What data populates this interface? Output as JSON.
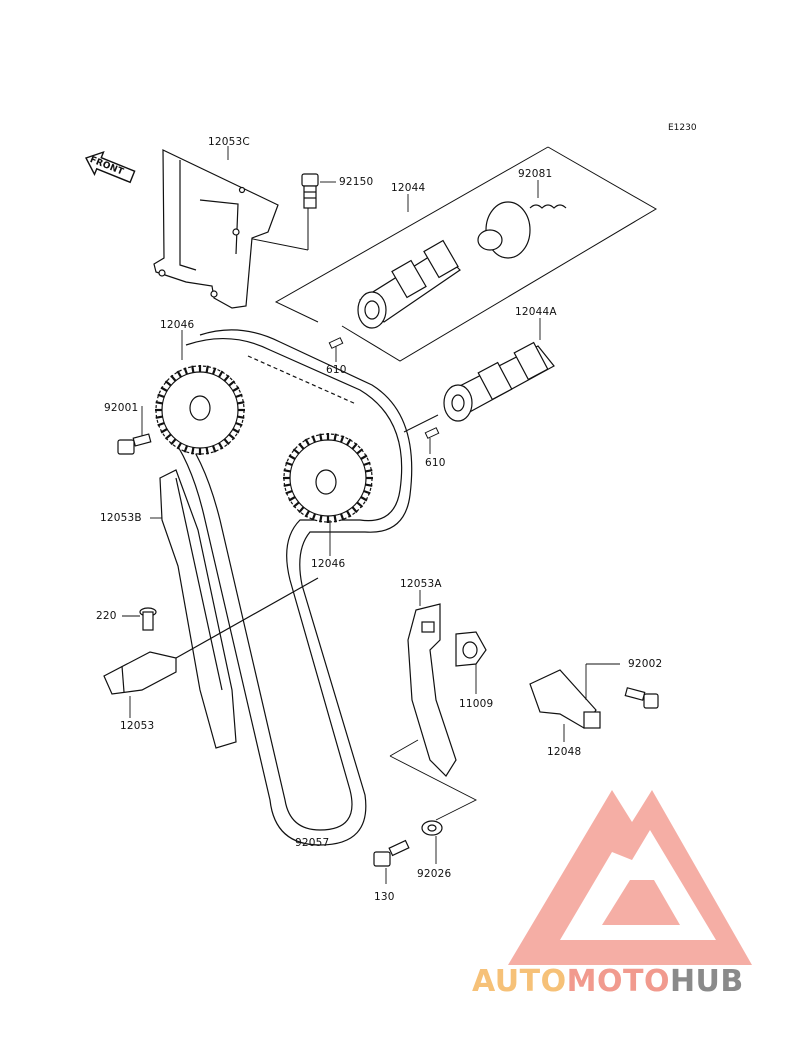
{
  "diagram": {
    "code": "E1230",
    "front_label": "FRONT",
    "parts": {
      "p12053C": "12053C",
      "p92150": "92150",
      "p12044": "12044",
      "p92081": "92081",
      "p12046_top": "12046",
      "p610_top": "610",
      "p12044A": "12044A",
      "p92001": "92001",
      "p610_bottom": "610",
      "p12053B": "12053B",
      "p12046_bottom": "12046",
      "p12053A": "12053A",
      "p220": "220",
      "p92002": "92002",
      "p11009": "11009",
      "p12048": "12048",
      "p12053": "12053",
      "p92057": "92057",
      "p130": "130",
      "p92026": "92026"
    }
  },
  "watermark": {
    "part1": "AUTO",
    "part2": "MOTO",
    "part3": "HUB",
    "colors": {
      "auto": "#f6c178",
      "moto": "#f19a8e",
      "hub": "#8a8a8a",
      "logo": "#f19a8e"
    }
  }
}
